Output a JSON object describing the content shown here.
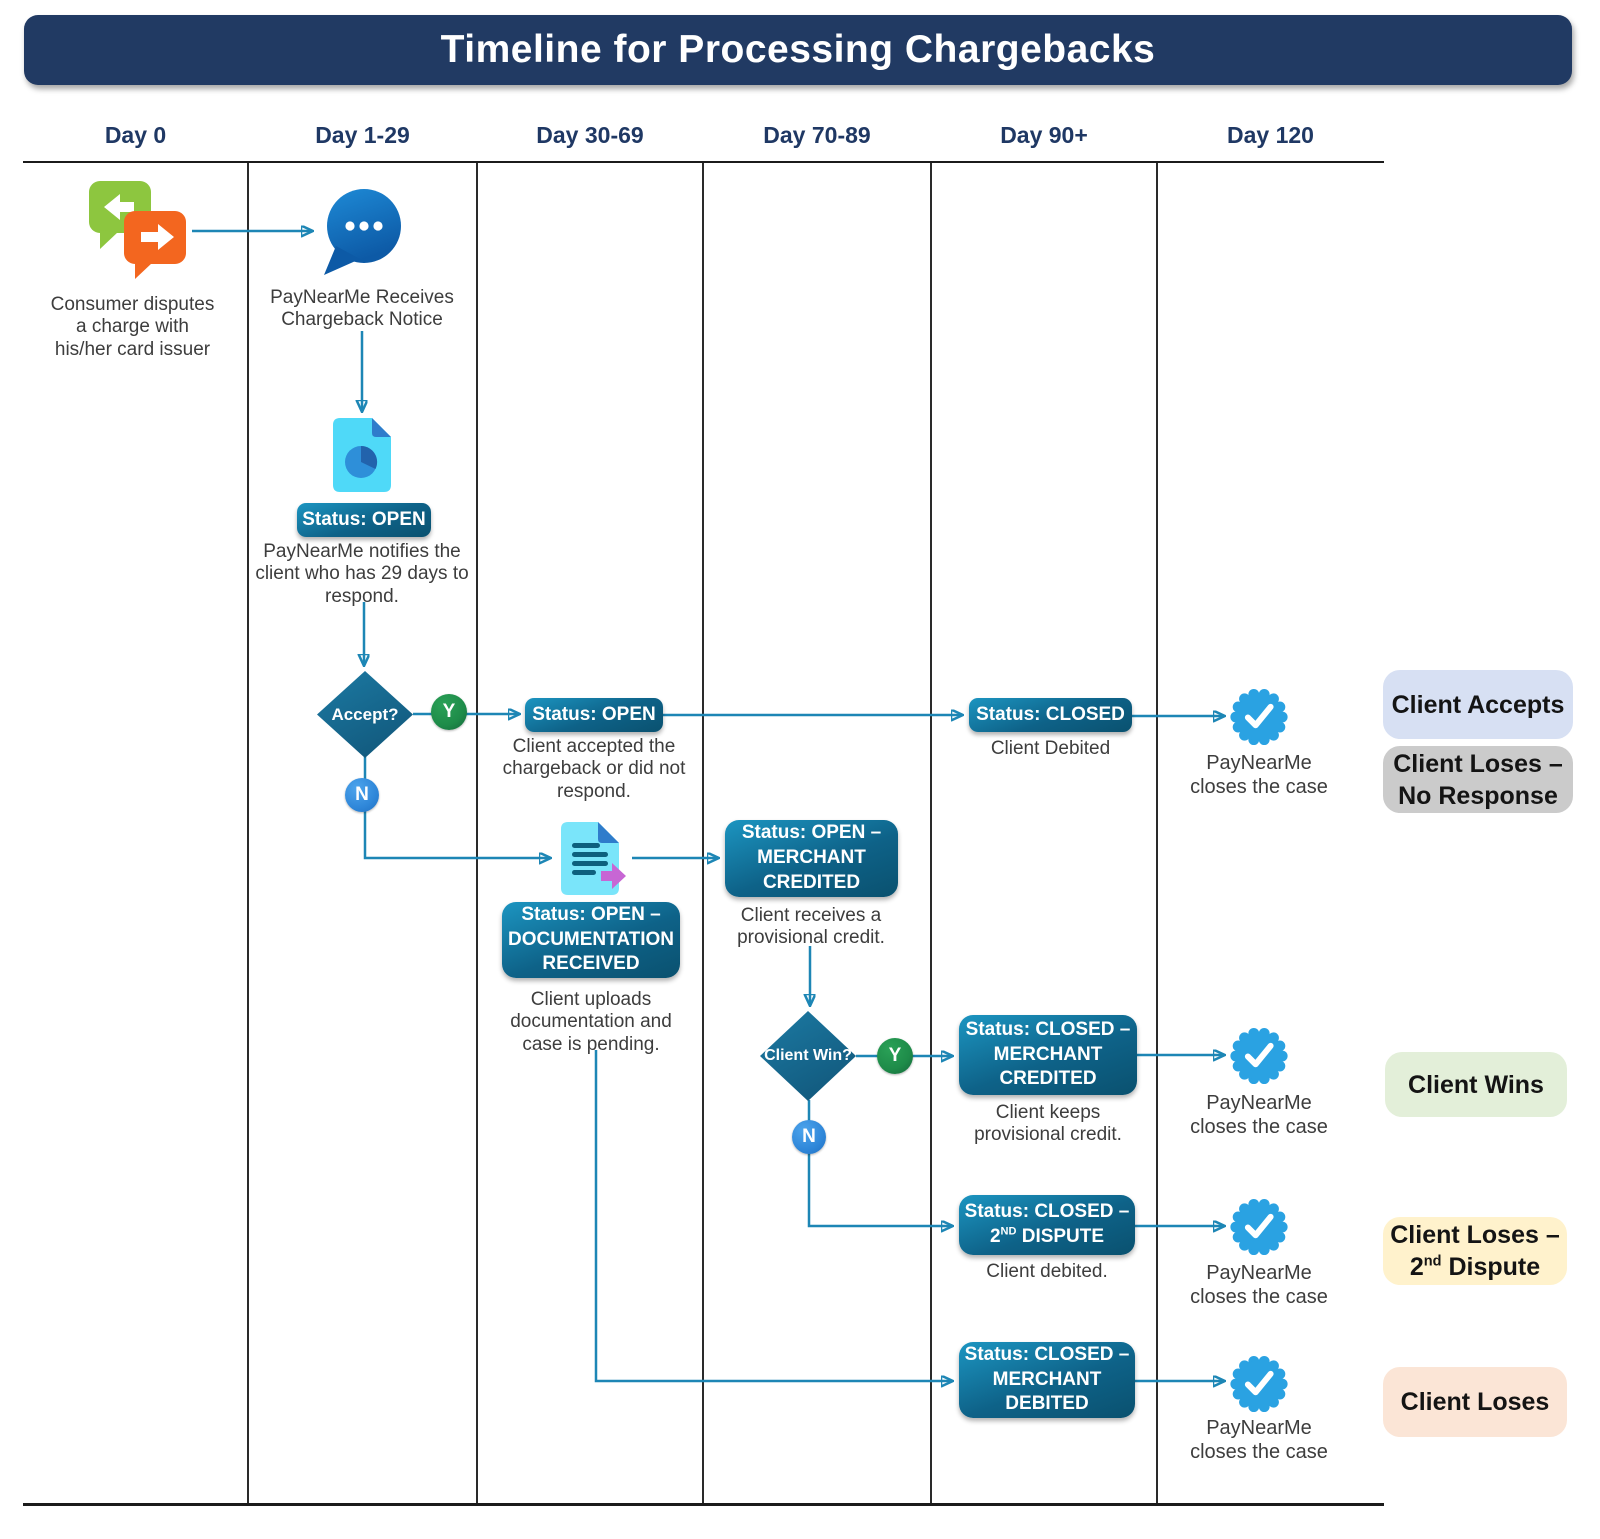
{
  "header": {
    "title": "Timeline for Processing Chargebacks"
  },
  "columns": [
    {
      "label": "Day 0"
    },
    {
      "label": "Day 1-29"
    },
    {
      "label": "Day 30-69"
    },
    {
      "label": "Day 70-89"
    },
    {
      "label": "Day 90+"
    },
    {
      "label": "Day 120"
    }
  ],
  "flow": {
    "consumer_dispute": {
      "lines": [
        "Consumer disputes",
        "a charge with",
        "his/her card issuer"
      ]
    },
    "chargeback_notice": {
      "lines": [
        "PayNearMe Receives",
        "Chargeback Notice"
      ]
    },
    "notify": {
      "status": "Status: OPEN",
      "lines": [
        "PayNearMe notifies the",
        "client who has 29 days to",
        "respond."
      ]
    },
    "accept_decision": {
      "question": "Accept?",
      "yes": "Y",
      "no": "N"
    },
    "accepted": {
      "status": "Status: OPEN",
      "lines": [
        "Client accepted the",
        "chargeback or did not",
        "respond."
      ]
    },
    "closed_debited": {
      "status": "Status: CLOSED",
      "caption": "Client Debited"
    },
    "documentation": {
      "status_lines": [
        "Status: OPEN –",
        "DOCUMENTATION",
        "RECEIVED"
      ],
      "lines": [
        "Client uploads",
        "documentation and",
        "case is pending."
      ]
    },
    "merchant_credited_open": {
      "status_lines": [
        "Status: OPEN –",
        "MERCHANT",
        "CREDITED"
      ],
      "lines": [
        "Client receives a",
        "provisional credit."
      ]
    },
    "win_decision": {
      "question": "Client Win?",
      "yes": "Y",
      "no": "N"
    },
    "merchant_credited_closed": {
      "status_lines": [
        "Status: CLOSED –",
        "MERCHANT",
        "CREDITED"
      ],
      "lines": [
        "Client keeps",
        "provisional credit."
      ]
    },
    "second_dispute": {
      "status_line1": "Status: CLOSED –",
      "num": "2",
      "sup": "ND",
      "rest": " DISPUTE",
      "caption": "Client debited."
    },
    "merchant_debited": {
      "status_lines": [
        "Status: CLOSED –",
        "MERCHANT",
        "DEBITED"
      ]
    },
    "close_case": {
      "lines": [
        "PayNearMe",
        "closes the case"
      ]
    }
  },
  "outcomes": {
    "accepts": {
      "label": "Client Accepts"
    },
    "no_response": {
      "lines": [
        "Client Loses –",
        "No Response"
      ]
    },
    "wins": {
      "label": "Client Wins"
    },
    "second_dispute": {
      "line1": "Client Loses –",
      "num": "2",
      "sup": "nd",
      "rest": " Dispute"
    },
    "loses": {
      "label": "Client Loses"
    }
  },
  "colors": {
    "header_bg": "#213a63",
    "column_label": "#1f3864",
    "status_box_top": "#1c95c1",
    "status_box_bottom": "#0a516f",
    "connector": "#1d86b5",
    "decision_fill": "#17688d",
    "yes_green": "#1e8b49",
    "no_blue": "#2f87d9",
    "badge_blue": "#2aa2e2",
    "outcome_accepts": "#d7e0f3",
    "outcome_no_response": "#cbcbcb",
    "outcome_wins": "#e3efd9",
    "outcome_second_dispute": "#fff2cc",
    "outcome_loses": "#fbe5d6",
    "caption_text": "#3d3d3d"
  }
}
